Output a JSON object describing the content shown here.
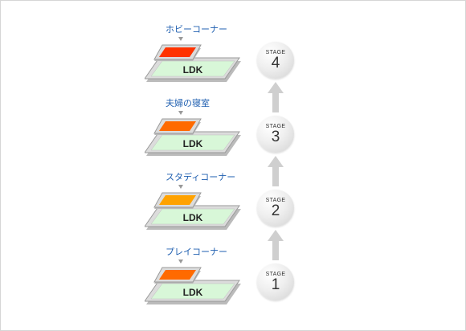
{
  "colors": {
    "label_blue": "#1f5fb0",
    "ldk_green": "#d8f7d8",
    "stage_1_room": "#ff6a00",
    "stage_2_room": "#ffa200",
    "stage_3_room": "#ff6a00",
    "stage_4_room": "#ff3300",
    "arrow_gray": "#cccccc"
  },
  "ldk_label": "LDK",
  "stage_caption": "STAGE",
  "rows": [
    {
      "stage": "4",
      "room_label": "ホビーコーナー",
      "room_color": "#ff3300"
    },
    {
      "stage": "3",
      "room_label": "夫婦の寝室",
      "room_color": "#ff6a00"
    },
    {
      "stage": "2",
      "room_label": "スタディコーナー",
      "room_color": "#ffa200"
    },
    {
      "stage": "1",
      "room_label": "プレイコーナー",
      "room_color": "#ff6a00"
    }
  ]
}
